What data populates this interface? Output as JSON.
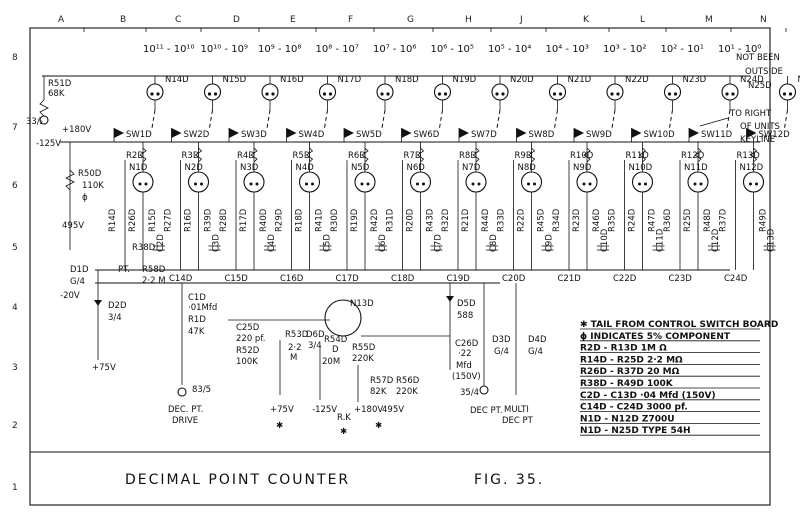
{
  "grid": {
    "cols": [
      "A",
      "B",
      "C",
      "D",
      "E",
      "F",
      "G",
      "H",
      "J",
      "K",
      "L",
      "M",
      "N"
    ],
    "rows": [
      "8",
      "7",
      "6",
      "5",
      "4",
      "3",
      "2",
      "1"
    ]
  },
  "decades": [
    {
      "range": "10¹¹ - 10¹⁰",
      "lamp": "N14D",
      "switch": "SW1D"
    },
    {
      "range": "10¹⁰ - 10⁹",
      "lamp": "N15D",
      "switch": "SW2D"
    },
    {
      "range": "10⁹ - 10⁸",
      "lamp": "N16D",
      "switch": "SW3D"
    },
    {
      "range": "10⁸ - 10⁷",
      "lamp": "N17D",
      "switch": "SW4D"
    },
    {
      "range": "10⁷ - 10⁶",
      "lamp": "N18D",
      "switch": "SW5D"
    },
    {
      "range": "10⁶ - 10⁵",
      "lamp": "N19D",
      "switch": "SW6D"
    },
    {
      "range": "10⁵ - 10⁴",
      "lamp": "N20D",
      "switch": "SW7D"
    },
    {
      "range": "10⁴ - 10³",
      "lamp": "N21D",
      "switch": "SW8D"
    },
    {
      "range": "10³ - 10²",
      "lamp": "N22D",
      "switch": "SW9D"
    },
    {
      "range": "10² - 10¹",
      "lamp": "N23D",
      "switch": "SW10D"
    },
    {
      "range": "10¹ - 10⁰",
      "lamp": "N24D",
      "switch": "SW11D"
    },
    {
      "range": "",
      "lamp": "N25D",
      "switch": "SW12D"
    }
  ],
  "tubes": [
    {
      "r": "R2D",
      "n": "N1D",
      "rb": "R14D",
      "rc": "R26D",
      "rd": "R15D",
      "c": "C2D",
      "cap": "C14D"
    },
    {
      "r": "R3D",
      "n": "N2D",
      "rb": "R27D",
      "rc": "R16D",
      "rd": "R39D",
      "c": "C3D",
      "cap": "C15D"
    },
    {
      "r": "R4D",
      "n": "N3D",
      "rb": "R28D",
      "rc": "R17D",
      "rd": "R40D",
      "c": "C4D",
      "cap": "C16D"
    },
    {
      "r": "R5D",
      "n": "N4D",
      "rb": "R29D",
      "rc": "R18D",
      "rd": "R41D",
      "c": "C5D",
      "cap": "C17D"
    },
    {
      "r": "R6D",
      "n": "N5D",
      "rb": "R30D",
      "rc": "R19D",
      "rd": "R42D",
      "c": "C6D",
      "cap": "C18D"
    },
    {
      "r": "R7D",
      "n": "N6D",
      "rb": "R31D",
      "rc": "R20D",
      "rd": "R43D",
      "c": "C7D",
      "cap": "C19D"
    },
    {
      "r": "R8D",
      "n": "N7D",
      "rb": "R32D",
      "rc": "R21D",
      "rd": "R44D",
      "c": "C8D",
      "cap": "C20D"
    },
    {
      "r": "R9D",
      "n": "N8D",
      "rb": "R33D",
      "rc": "R22D",
      "rd": "R45D",
      "c": "C9D",
      "cap": "C21D"
    },
    {
      "r": "R10D",
      "n": "N9D",
      "rb": "R34D",
      "rc": "R23D",
      "rd": "R46D",
      "c": "C10D",
      "cap": "C22D"
    },
    {
      "r": "R11D",
      "n": "N10D",
      "rb": "R35D",
      "rc": "R24D",
      "rd": "R47D",
      "c": "C11D",
      "cap": "C23D"
    },
    {
      "r": "R12D",
      "n": "N11D",
      "rb": "R36D",
      "rc": "R25D",
      "rd": "R48D",
      "c": "C12D",
      "cap": "C24D"
    },
    {
      "r": "R13D",
      "n": "N12D",
      "rb": "R37D",
      "rc": "",
      "rd": "R49D",
      "c": "C13D",
      "cap": ""
    }
  ],
  "labels": {
    "not_been": "NOT BEEN",
    "outside": "OUTSIDE",
    "n25d": "N25D",
    "to_right": "TO RIGHT",
    "of_units": "OF UNITS",
    "keyline": "KEYLINE",
    "r51d": "R51D",
    "r51d_val": "68K",
    "jack_33": "33/₂",
    "neg125_top": "-125V",
    "plus180_top": "+180V",
    "r50d": "R50D",
    "r50d_val": "110K",
    "phi": "ϕ",
    "v495": "495V",
    "d1d": "D1D",
    "d1d_val": "G/4",
    "neg20": "-20V",
    "d2d": "D2D",
    "d2d_val": "3/4",
    "plus75_left": "+75V",
    "r38d": "R38D",
    "r26d_b": "R26D",
    "pt": "PT.",
    "r58d": "R58D",
    "r58d_val": "2·2 M",
    "c1d": "C1D",
    "c1d_val": "·01Mfd",
    "r1d": "R1D",
    "r1d_val": "47K",
    "c25d": "C25D",
    "c25d_val": "220 pf.",
    "r52d": "R52D",
    "r52d_val": "100K",
    "jack_83": "83/5",
    "dec_pt_drive_1": "DEC. PT.",
    "dec_pt_drive_2": "DRIVE",
    "r53d": "R53D",
    "r53d_val_1": "2·2",
    "r53d_val_2": "M",
    "d6d": "D6D",
    "d6d_val": "3/4",
    "plus75_mid": "+75V",
    "n13d": "N13D",
    "r54d": "R54D",
    "r54d_val": "20M",
    "d_lbl": "D",
    "r55d": "R55D",
    "r55d_val": "220K",
    "neg125_mid": "-125V",
    "rk": "R.K",
    "plus180_mid": "+180V",
    "r57d": "R57D",
    "r57d_val": "82K",
    "r56d": "R56D",
    "r56d_val": "220K",
    "v495_mid": "495V",
    "d5d": "D5D",
    "d5d_val": "588",
    "c26d": "C26D",
    "c26d_val": "·22",
    "c26d_unit": "Mfd",
    "c26d_v": "(150V)",
    "jack_35": "35/4",
    "dec_pt_mid": "DEC PT.",
    "d3d": "D3D",
    "d3d_val": "G/4",
    "d4d": "D4D",
    "d4d_val": "G/4",
    "multi_1": "MULTI",
    "multi_2": "DEC PT",
    "star": "✱"
  },
  "legend": [
    "✱  TAIL FROM CONTROL SWITCH BOARD",
    "ϕ  INDICATES 5% COMPONENT",
    "R2D - R13D  1M Ω",
    "R14D - R25D  2·2 MΩ",
    "R26D - R37D  20 MΩ",
    "R38D - R49D  100K",
    "C2D - C13D  ·04 Mfd (150V)",
    "C14D - C24D  3000 pf.",
    "N1D - N12D  Z700U",
    "N1D - N25D  TYPE 54H"
  ],
  "footer": {
    "title": "DECIMAL  POINT  COUNTER",
    "fig": "FIG. 35."
  }
}
